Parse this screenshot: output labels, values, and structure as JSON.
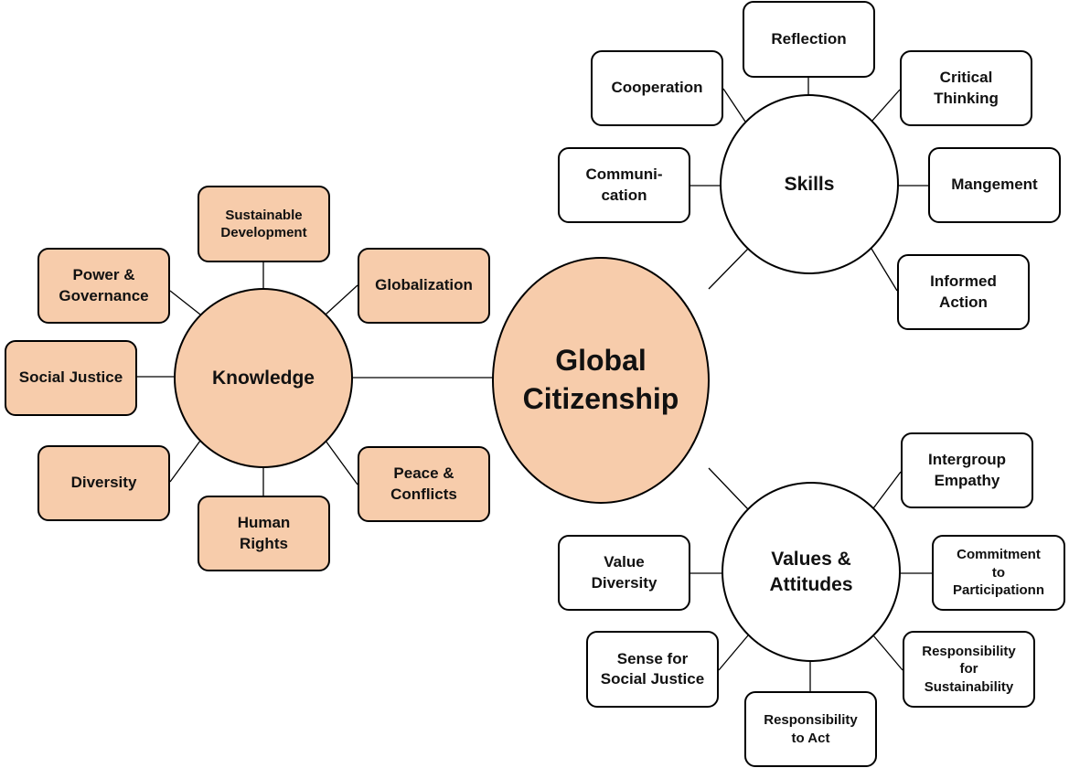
{
  "center": {
    "label": "Global\nCitizenship",
    "color": "#f7ccab"
  },
  "hubs": {
    "knowledge": "Knowledge",
    "skills": "Skills",
    "values": "Values &\nAttitudes"
  },
  "knowledge_items": {
    "sustainable": "Sustainable\nDevelopment",
    "power": "Power &\nGovernance",
    "globalization": "Globalization",
    "social_justice": "Social Justice",
    "diversity": "Diversity",
    "human_rights": "Human\nRights",
    "peace": "Peace &\nConflicts"
  },
  "skills_items": {
    "reflection": "Reflection",
    "cooperation": "Cooperation",
    "critical": "Critical\nThinking",
    "communication": "Communi-\ncation",
    "management": "Mangement",
    "informed": "Informed\nAction"
  },
  "values_items": {
    "intergroup": "Intergroup\nEmpathy",
    "value_diversity": "Value\nDiversity",
    "commitment": "Commitment\nto\nParticipationn",
    "sense": "Sense for\nSocial Justice",
    "resp_sustain": "Responsibility\nfor\nSustainability",
    "resp_act": "Responsibility\nto Act"
  }
}
